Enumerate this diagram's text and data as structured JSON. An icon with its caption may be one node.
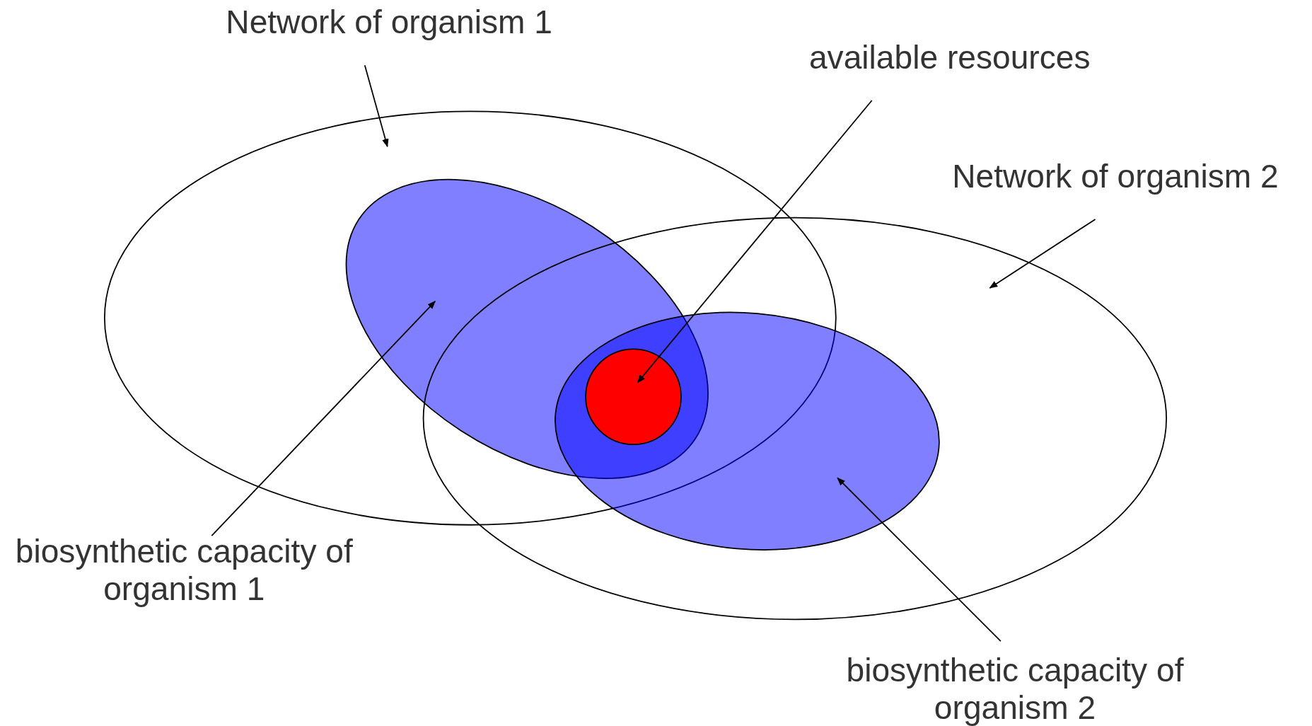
{
  "diagram": {
    "nodes": [
      {
        "text": [
          "Network of organism 1"
        ]
      },
      {
        "text": [
          "available resources"
        ]
      },
      {
        "text": [
          "Network of organism 2"
        ]
      },
      {
        "text": [
          "biosynthetic capacity of organism 1"
        ]
      },
      {
        "text": [
          "biosynthetic capacity of organism 2"
        ]
      },
      {
        "text": [],
        "shape": "ellipse"
      },
      {
        "text": [],
        "shape": "ellipse",
        "in": 5
      },
      {
        "text": [],
        "shape": "ellipse"
      },
      {
        "text": [],
        "shape": "ellipse",
        "in": 7
      },
      {
        "text": [],
        "shape": "circle"
      }
    ],
    "edges": [
      {
        "from": 0,
        "to": 5,
        "arrow": "to"
      },
      {
        "from": 1,
        "to": 9,
        "arrow": "to"
      },
      {
        "from": 2,
        "to": 7,
        "arrow": "to"
      },
      {
        "from": 3,
        "to": 6,
        "arrow": "to"
      },
      {
        "from": 4,
        "to": 8,
        "arrow": "to"
      }
    ]
  }
}
